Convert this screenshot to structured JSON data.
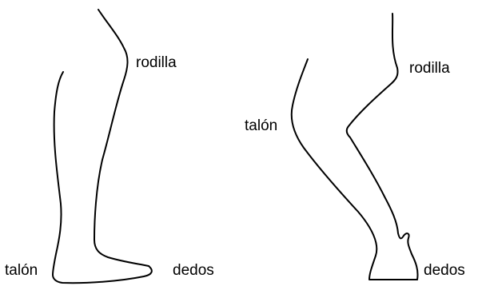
{
  "figures": [
    {
      "id": "human-leg",
      "labels": {
        "knee": "rodilla",
        "heel": "talón",
        "toes": "dedos"
      }
    },
    {
      "id": "horse-leg",
      "labels": {
        "knee": "rodilla",
        "heel": "talón",
        "toes": "dedos"
      }
    }
  ],
  "colors": {
    "ink": "#000000",
    "background": "#ffffff"
  }
}
